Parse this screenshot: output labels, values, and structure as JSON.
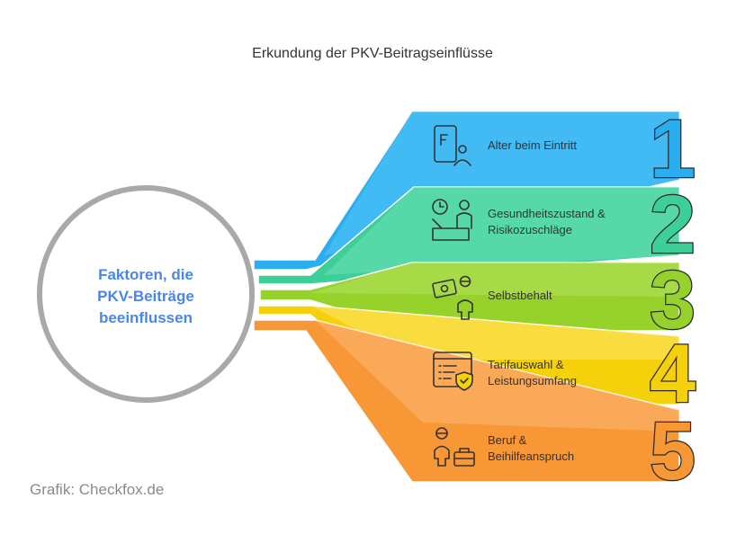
{
  "title": "Erkundung der PKV-Beitragseinflüsse",
  "credit": "Grafik: Checkfox.de",
  "center": {
    "lines": [
      "Faktoren, die",
      "PKV-Beiträge",
      "beeinflussen"
    ]
  },
  "factors": [
    {
      "number": "1",
      "lines": [
        "Alter beim Eintritt"
      ],
      "color": "#2eb3ee",
      "icon": "age-id-card-person-icon"
    },
    {
      "number": "2",
      "lines": [
        "Gesundheitszustand &",
        "Risikozuschläge"
      ],
      "color": "#3fcf9a",
      "icon": "health-clock-person-icon"
    },
    {
      "number": "3",
      "lines": [
        "Selbstbehalt"
      ],
      "color": "#97d12c",
      "icon": "money-person-icon"
    },
    {
      "number": "4",
      "lines": [
        "Tarifauswahl &",
        "Leistungsumfang"
      ],
      "color": "#f6d30f",
      "icon": "contract-shield-icon"
    },
    {
      "number": "5",
      "lines": [
        "Beruf &",
        "Beihilfeanspruch"
      ],
      "color": "#f99a3a",
      "icon": "person-briefcase-icon"
    }
  ]
}
